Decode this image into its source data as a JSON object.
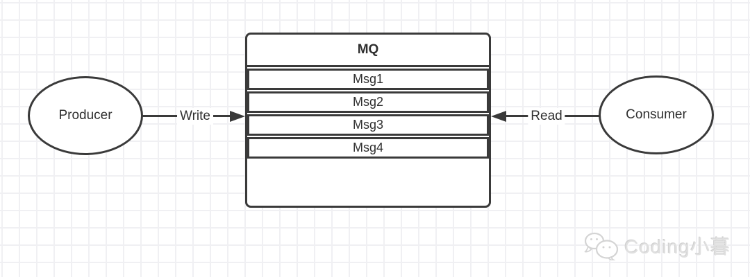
{
  "diagram": {
    "producer_label": "Producer",
    "consumer_label": "Consumer",
    "write_label": "Write",
    "read_label": "Read",
    "queue": {
      "title": "MQ",
      "messages": [
        "Msg1",
        "Msg2",
        "Msg3",
        "Msg4"
      ]
    }
  },
  "watermark": {
    "text": "Coding小暮",
    "icon": "wechat-icon"
  },
  "colors": {
    "stroke": "#3a3a3a",
    "text": "#2f2f2f",
    "grid_line": "#f0f0f3",
    "background": "#ffffff",
    "watermark": "#e0e0e0"
  }
}
